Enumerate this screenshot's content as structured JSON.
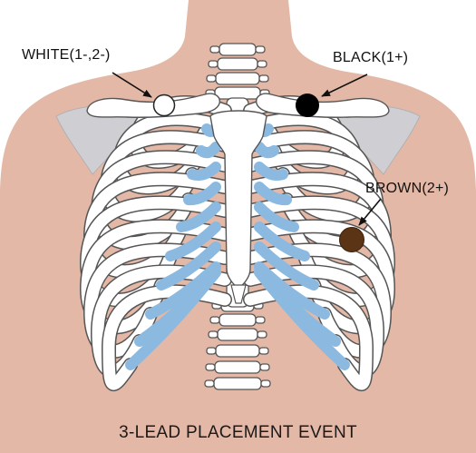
{
  "caption": "3-LEAD PLACEMENT EVENT",
  "colors": {
    "skin": "#e4b8a6",
    "bone": "#ffffff",
    "bone_outline": "#555555",
    "cartilage": "#8cb9df",
    "scapula": "#cfcfd3"
  },
  "electrodes": [
    {
      "id": "white",
      "label": "WHITE(1-,2-)",
      "color": "#ffffff"
    },
    {
      "id": "black",
      "label": "BLACK(1+)",
      "color": "#000000"
    },
    {
      "id": "brown",
      "label": "BROWN(2+)",
      "color": "#5a3414"
    }
  ]
}
